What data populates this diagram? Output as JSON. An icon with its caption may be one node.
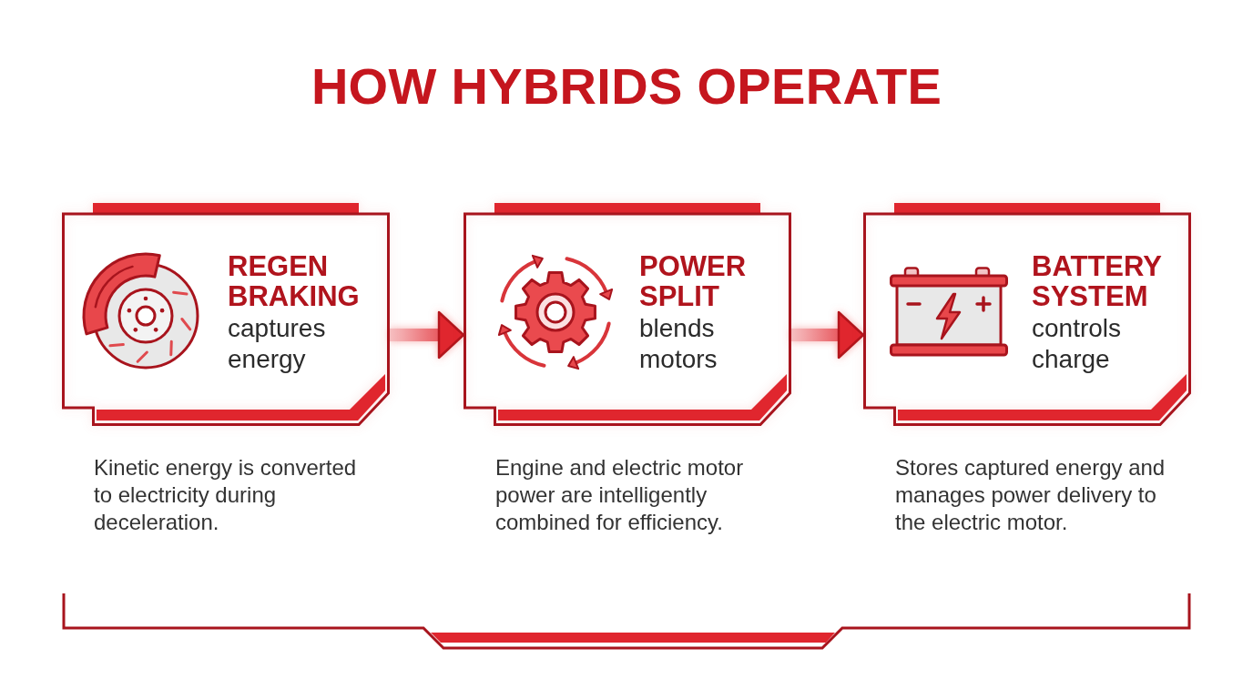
{
  "diagram": {
    "title": "HOW HYBRIDS OPERATE",
    "nodes": [
      {
        "text": [
          "REGEN BRAKING",
          "captures energy"
        ],
        "beside": [
          "Kinetic energy is converted to electricity during deceleration."
        ]
      },
      {
        "text": [
          "POWER SPLIT",
          "blends motors"
        ],
        "beside": [
          "Engine and electric motor power are intelligently combined for efficiency."
        ]
      },
      {
        "text": [
          "BATTERY SYSTEM",
          "controls charge"
        ],
        "beside": [
          "Stores captured energy and manages power delivery to the electric motor."
        ]
      }
    ],
    "edges": [
      {
        "from": 0,
        "to": 1,
        "arrow": "to"
      },
      {
        "from": 1,
        "to": 2,
        "arrow": "to"
      }
    ]
  }
}
